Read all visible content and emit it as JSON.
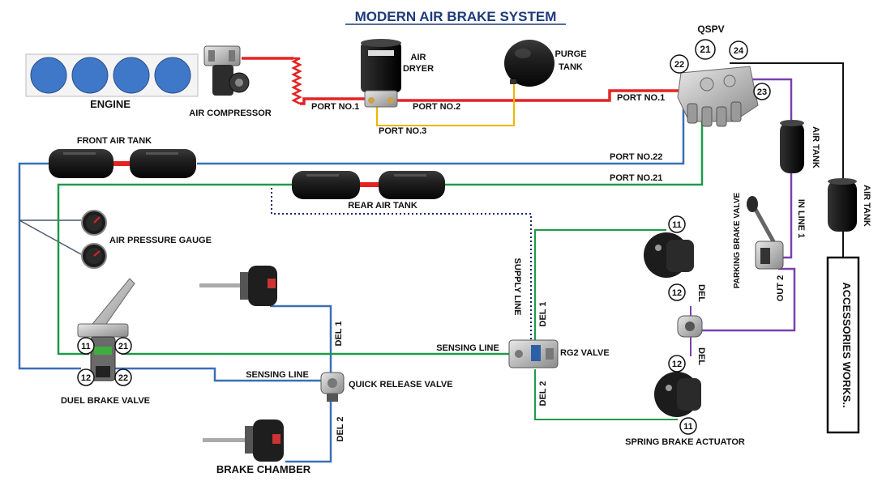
{
  "title": "MODERN AIR BRAKE SYSTEM",
  "labels": {
    "engine": "ENGINE",
    "air_compressor": "AIR COMPRESSOR",
    "air_dryer_1": "AIR",
    "air_dryer_2": "DRYER",
    "purge_tank_1": "PURGE",
    "purge_tank_2": "TANK",
    "port_no1_dryer": "PORT NO.1",
    "port_no2": "PORT NO.2",
    "port_no3": "PORT NO.3",
    "port_no1_qspv": "PORT NO.1",
    "qspv": "QSPV",
    "front_air_tank": "FRONT AIR TANK",
    "port_no22": "PORT NO.22",
    "port_no21": "PORT NO.21",
    "rear_air_tank": "REAR AIR TANK",
    "air_pressure_gauge": "AIR PRESSURE GAUGE",
    "supply_line": "SUPPLY LINE",
    "sensing_line_top": "SENSING LINE",
    "sensing_line_bottom": "SENSING LINE",
    "rg2_valve": "RG2 VALVE",
    "del1_qrv": "DEL 1",
    "del2_qrv": "DEL 2",
    "quick_release_valve": "QUICK RELEASE VALVE",
    "brake_chamber": "BRAKE CHAMBER",
    "duel_brake_valve": "DUEL BRAKE VALVE",
    "del1_rg2": "DEL 1",
    "del2_rg2": "DEL 2",
    "del_top": "DEL",
    "del_bottom": "DEL",
    "spring_brake_actuator": "SPRING BRAKE ACTUATOR",
    "parking_brake_valve": "PARKING BRAKE VALVE",
    "in_line_1": "IN LINE 1",
    "out_2": "OUT 2",
    "air_tank_1": "AIR TANK",
    "air_tank_2": "AIR TANK",
    "accessories": "ACCESSORIES WORKS.."
  },
  "port_numbers": {
    "qspv_22": "22",
    "qspv_21": "21",
    "qspv_24": "24",
    "qspv_23": "23",
    "dbv_11": "11",
    "dbv_21": "21",
    "dbv_12": "12",
    "dbv_22": "22",
    "sba_top_11": "11",
    "sba_top_12": "12",
    "sba_bot_12": "12",
    "sba_bot_11": "11"
  },
  "colors": {
    "red_line": "#e52222",
    "blue_line": "#3a6fb5",
    "green_line": "#1e9a4a",
    "purple_line": "#7b3fb0",
    "yellow_line": "#f0b400",
    "black_line": "#111111",
    "navy_dotted": "#1a2a6c",
    "engine_cylinder": "#3f78c9",
    "title": "#1f3a7a"
  },
  "icons": {
    "engine": "engine-block-icon",
    "compressor": "air-compressor-icon",
    "dryer": "air-dryer-icon",
    "purge": "purge-tank-icon",
    "qspv": "qspv-valve-icon",
    "tank": "air-tank-icon",
    "gauge": "pressure-gauge-icon",
    "brake_chamber": "brake-chamber-icon",
    "brake_valve": "dual-brake-valve-icon",
    "qrv": "quick-release-valve-icon",
    "rg2": "rg2-valve-icon",
    "spring_actuator": "spring-brake-actuator-icon",
    "parking_valve": "parking-brake-valve-icon"
  }
}
